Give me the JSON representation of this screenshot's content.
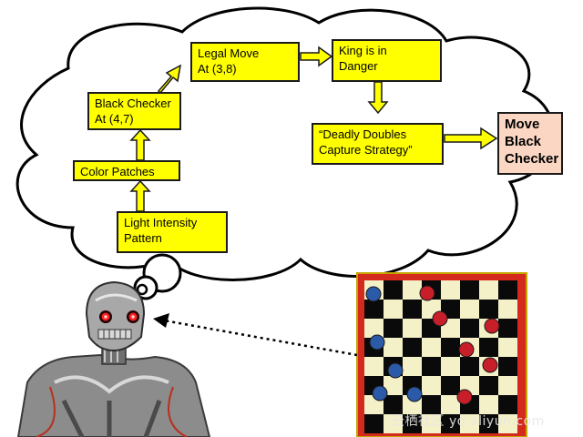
{
  "nodes": {
    "light_intensity": "Light Intensity\nPattern",
    "color_patches": "Color Patches",
    "black_checker": "Black Checker\nAt (4,7)",
    "legal_move": "Legal Move\nAt (3,8)",
    "king_danger": "King is in\nDanger",
    "deadly_doubles": "“Deadly Doubles\nCapture Strategy”",
    "move_black": "Move\nBlack\nChecker"
  },
  "colors": {
    "box_fill": "#ffff00",
    "final_fill": "#fbd7c3",
    "cloud_outline": "#000000",
    "board_frame": "#d42a1e",
    "blue_piece": "#2a5aa8",
    "red_piece": "#c81e2a"
  },
  "icons": {
    "robot": "terminator-robot-icon",
    "board": "checkerboard-icon"
  },
  "watermark": "云栖社区 yq.aliyun.com"
}
